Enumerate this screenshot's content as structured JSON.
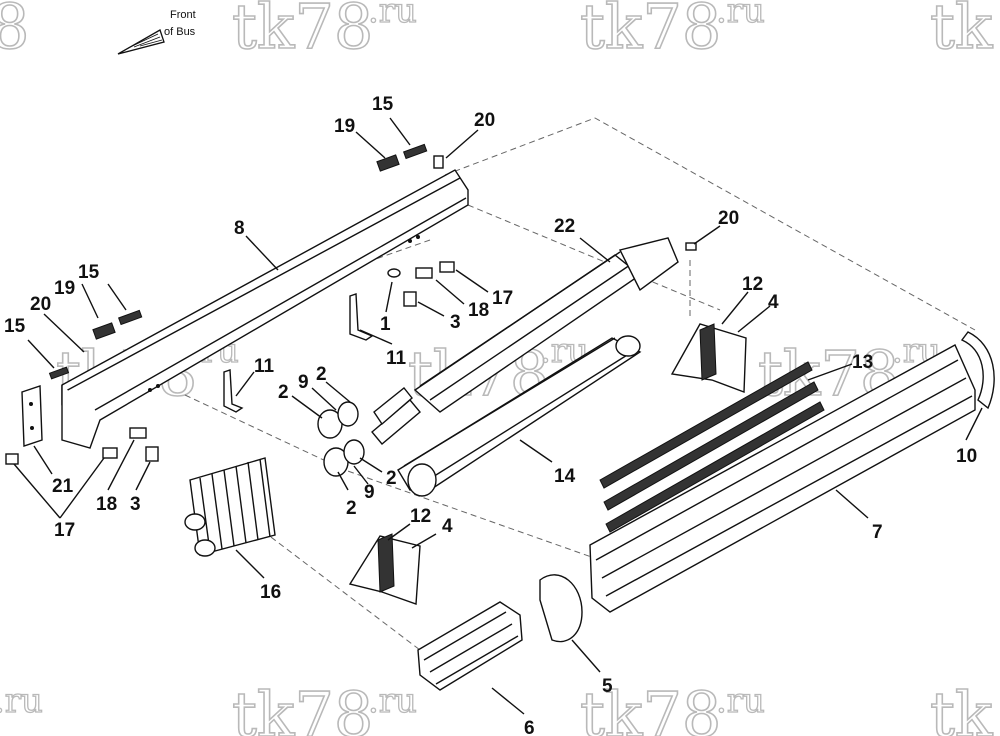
{
  "direction": {
    "line1": "Front",
    "line2": "of Bus"
  },
  "watermark": {
    "main": "tk78",
    "suffix": ".ru",
    "partial_left": "8",
    "partial_right": "tk"
  },
  "callouts": {
    "c1": "1",
    "c2a": "2",
    "c2b": "2",
    "c2c": "2",
    "c2d": "2",
    "c3a": "3",
    "c3b": "3",
    "c4a": "4",
    "c4b": "4",
    "c5": "5",
    "c6": "6",
    "c7": "7",
    "c8": "8",
    "c9a": "9",
    "c9b": "9",
    "c10": "10",
    "c11a": "11",
    "c11b": "11",
    "c12a": "12",
    "c12b": "12",
    "c13": "13",
    "c14": "14",
    "c15a": "15",
    "c15b": "15",
    "c15c": "15",
    "c16": "16",
    "c17a": "17",
    "c17b": "17",
    "c18a": "18",
    "c18b": "18",
    "c19a": "19",
    "c19b": "19",
    "c20a": "20",
    "c20b": "20",
    "c20c": "20",
    "c21": "21",
    "c22": "22"
  }
}
